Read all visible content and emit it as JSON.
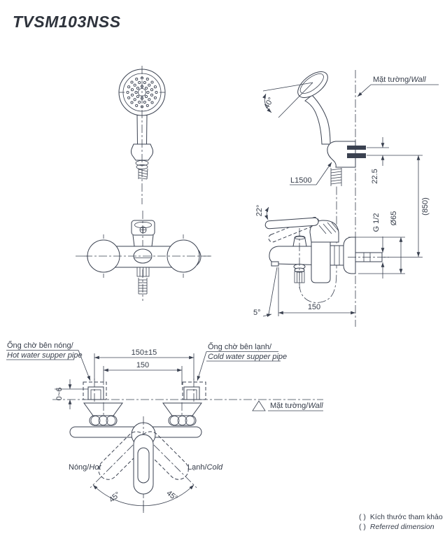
{
  "title": "TVSM103NSS",
  "colors": {
    "line": "#3a4150",
    "background": "#ffffff"
  },
  "side_view": {
    "wall_vi": "Mặt tường/",
    "wall_en": "Wall",
    "hose_length": "L1500",
    "head_angle": "40°",
    "lever_angle": "22°",
    "spout_angle": "5°",
    "hook_screw_spacing": "22.5",
    "install_height": "(850)",
    "thread_size": "G 1/2",
    "escutcheon_diameter": "Ø65",
    "wall_distance": "150"
  },
  "front_view": {
    "hot_pipe_vi": "Ống chờ bên nóng/",
    "hot_pipe_en": "Hot water supper pipe",
    "cold_pipe_vi": "Ống chờ bên lạnh/",
    "cold_pipe_en": "Cold water supper pipe",
    "wall_vi": "Mặt tường/",
    "wall_en": "Wall",
    "pipe_span_tolerance": "150±15",
    "pipe_span": "150",
    "pipe_protrusion": "0~6",
    "hot_vi": "Nóng/",
    "hot_en": "Hot",
    "cold_vi": "Lạnh/",
    "cold_en": "Cold",
    "handle_angle_left": "45°",
    "handle_angle_right": "45°"
  },
  "footnote": {
    "symbol": "(  )",
    "vi": "Kích thước tham khảo",
    "en": "Referred dimension"
  }
}
